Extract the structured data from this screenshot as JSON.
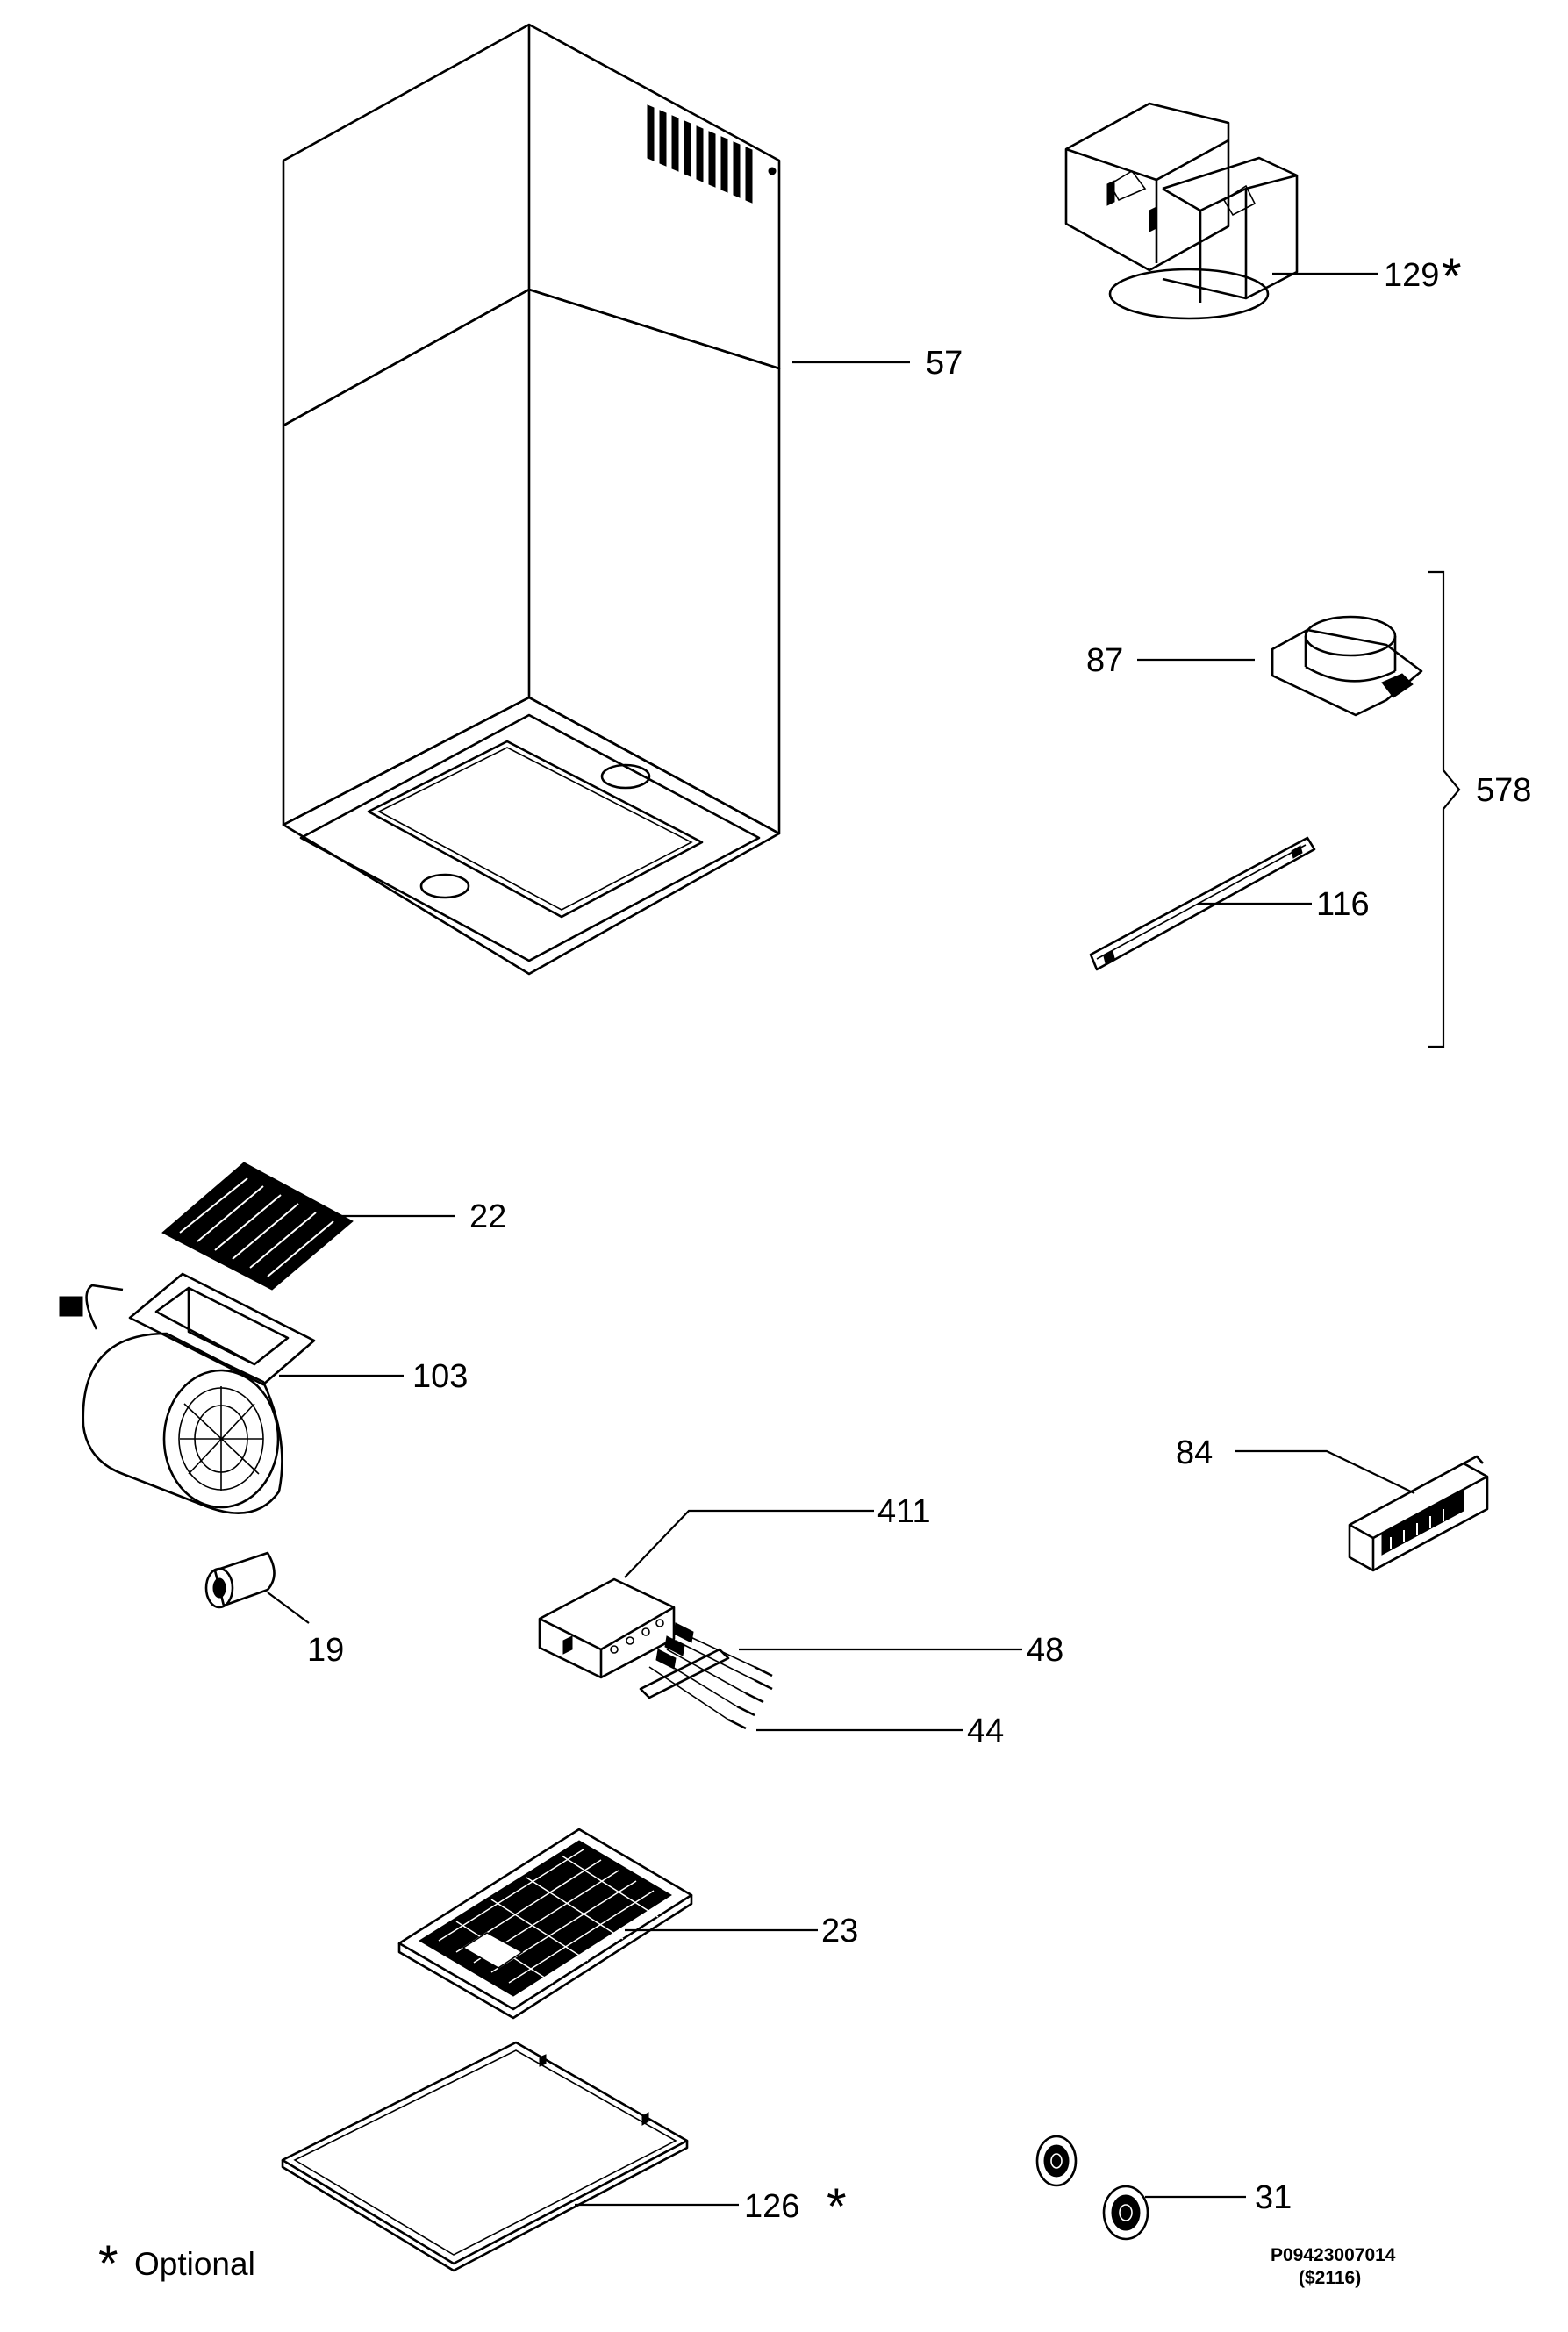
{
  "diagram": {
    "parts": [
      {
        "key": "p57",
        "label": "57",
        "optional": false
      },
      {
        "key": "p129",
        "label": "129",
        "optional": true
      },
      {
        "key": "p87",
        "label": "87",
        "optional": false
      },
      {
        "key": "p578",
        "label": "578",
        "optional": false
      },
      {
        "key": "p116",
        "label": "116",
        "optional": false
      },
      {
        "key": "p22",
        "label": "22",
        "optional": false
      },
      {
        "key": "p103",
        "label": "103",
        "optional": false
      },
      {
        "key": "p84",
        "label": "84",
        "optional": false
      },
      {
        "key": "p411",
        "label": "411",
        "optional": false
      },
      {
        "key": "p19",
        "label": "19",
        "optional": false
      },
      {
        "key": "p48",
        "label": "48",
        "optional": false
      },
      {
        "key": "p44",
        "label": "44",
        "optional": false
      },
      {
        "key": "p23",
        "label": "23",
        "optional": false
      },
      {
        "key": "p126",
        "label": "126",
        "optional": true
      },
      {
        "key": "p31",
        "label": "31",
        "optional": false
      }
    ],
    "optional_marker": "*",
    "legend": {
      "symbol": "*",
      "text": "Optional"
    },
    "drawing_code": "P09423007014",
    "revision_code": "($2116)"
  }
}
